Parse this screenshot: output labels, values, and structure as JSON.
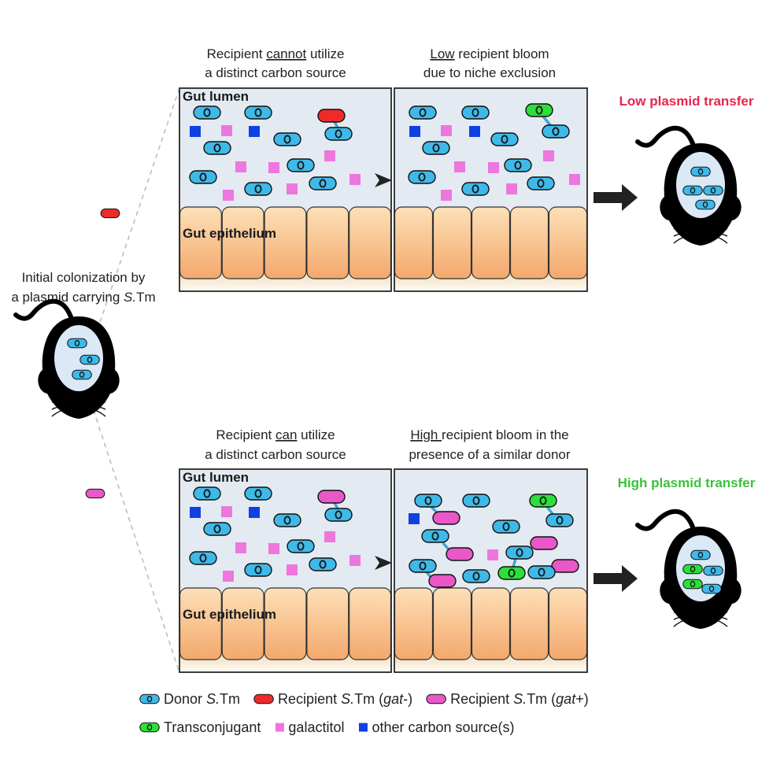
{
  "colors": {
    "donor": "#3fb9e8",
    "recipient_gat_minus": "#ee2a2a",
    "recipient_gat_plus": "#e957c8",
    "transconjugant": "#2be03b",
    "galactitol": "#ee77dd",
    "other_carbon": "#1040e0",
    "lumen": "#e3eaf1",
    "low_transfer": "#e8254f",
    "high_transfer": "#3bc13b"
  },
  "initial": {
    "line1": "Initial colonization by",
    "line2": "a plasmid carrying ",
    "italic": "S.",
    "tail": "Tm"
  },
  "top": {
    "left_caption": {
      "line1_pre": "Recipient ",
      "line1_u": "cannot",
      "line1_post": " utilize",
      "line2": "a distinct carbon source"
    },
    "right_caption": {
      "line1_u": "Low",
      "line1_post": " recipient bloom",
      "line2": "due to niche exclusion"
    },
    "result": "Low plasmid transfer"
  },
  "bottom": {
    "left_caption": {
      "line1_pre": "Recipient ",
      "line1_u": "can",
      "line1_post": " utilize",
      "line2": "a distinct carbon source"
    },
    "right_caption": {
      "line1_u": "High ",
      "line1_post": "recipient bloom in the",
      "line2": "presence of a similar donor"
    },
    "result": "High plasmid transfer"
  },
  "panel_labels": {
    "lumen": "Gut lumen",
    "epithelium": "Gut epithelium"
  },
  "legend": {
    "donor": "Donor ",
    "donor_i": "S.",
    "donor_t": "Tm",
    "rec_minus": "Recipient ",
    "rec_minus_i": "S.",
    "rec_minus_t": "Tm (",
    "rec_minus_g": "gat",
    "rec_minus_e": "-)",
    "rec_plus": "Recipient ",
    "rec_plus_i": "S.",
    "rec_plus_t": "Tm (",
    "rec_plus_g": "gat",
    "rec_plus_e": "+)",
    "transconjugant": "Transconjugant",
    "galactitol": "galactitol",
    "other": "other carbon source(s)"
  }
}
